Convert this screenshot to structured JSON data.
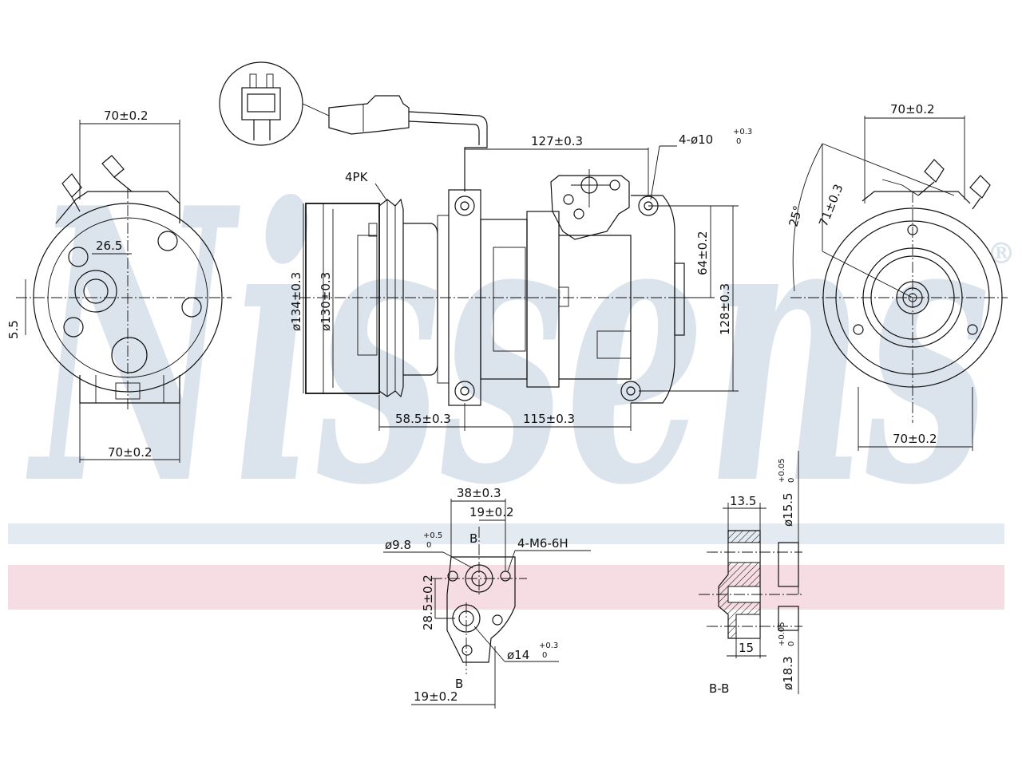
{
  "brand": {
    "watermark": "Nissens",
    "registered_mark": "®",
    "watermark_color": "#dbe3ec",
    "band_blue": "#e3eaf2",
    "band_pink": "#f6dde3"
  },
  "line_color": "#111111",
  "front_view": {
    "top_width": "70±0.2",
    "bottom_width": "70±0.2",
    "offset": "26.5",
    "left_offset": "5.5"
  },
  "side_view": {
    "belt": "4PK",
    "center_distance": "127±0.3",
    "mount_holes": "4-ø10",
    "mount_holes_tol": "+0.3",
    "mount_holes_tol2": "0",
    "pulley_outer": "ø134±0.3",
    "pulley_inner": "ø130±0.3",
    "pulley_offset": "58.5±0.3",
    "body_length": "115±0.3",
    "upper_height": "64±0.2",
    "total_height": "128±0.3"
  },
  "rear_view": {
    "top_width": "70±0.2",
    "bottom_width": "70±0.2",
    "angle": "25°",
    "diagonal": "71±0.3"
  },
  "port_view": {
    "width": "38±0.3",
    "offset": "19±0.2",
    "port_small": "ø9.8",
    "port_small_tol": "+0.5",
    "port_small_tol2": "0",
    "thread": "4-M6-6H",
    "section_mark": "B",
    "center_distance": "28.5±0.2",
    "port_large": "ø14",
    "port_large_tol": "+0.3",
    "port_large_tol2": "0",
    "bottom_offset": "19±0.2"
  },
  "section_view": {
    "title": "B-B",
    "top_thickness": "13.5",
    "bottom_thickness": "15",
    "upper_diameter": "ø15.5",
    "upper_tol": "+0.05",
    "upper_tol2": "0",
    "lower_diameter": "ø18.3",
    "lower_tol": "+0.05",
    "lower_tol2": "0"
  }
}
